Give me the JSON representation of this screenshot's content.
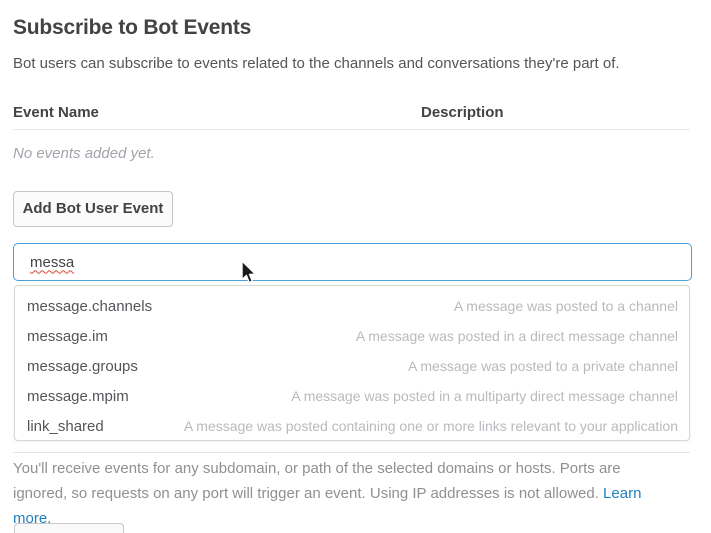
{
  "page": {
    "title": "Subscribe to Bot Events",
    "subtitle": "Bot users can subscribe to events related to the channels and conversations they're part of."
  },
  "events_table": {
    "columns": {
      "event_name": "Event Name",
      "description": "Description"
    },
    "empty_message": "No events added yet."
  },
  "add_event_button_label": "Add Bot User Event",
  "event_search": {
    "value": "messa",
    "placeholder": "",
    "suggestions": [
      {
        "name": "message.channels",
        "description": "A message was posted to a channel"
      },
      {
        "name": "message.im",
        "description": "A message was posted in a direct message channel"
      },
      {
        "name": "message.groups",
        "description": "A message was posted to a private channel"
      },
      {
        "name": "message.mpim",
        "description": "A message was posted in a multiparty direct message channel"
      },
      {
        "name": "link_shared",
        "description": "A message was posted containing one or more links relevant to your application"
      }
    ]
  },
  "footer": {
    "note": "You'll receive events for any subdomain, or path of the selected domains or hosts. Ports are ignored, so requests on any port will trigger an event. Using IP addresses is not allowed. ",
    "link_label": "Learn more."
  },
  "colors": {
    "input_focus_border": "#4aa0d9",
    "link_blue": "#2180bf",
    "heading_text": "#434245",
    "muted_text": "#b9babd",
    "spellcheck_underline": "#e8442e"
  }
}
